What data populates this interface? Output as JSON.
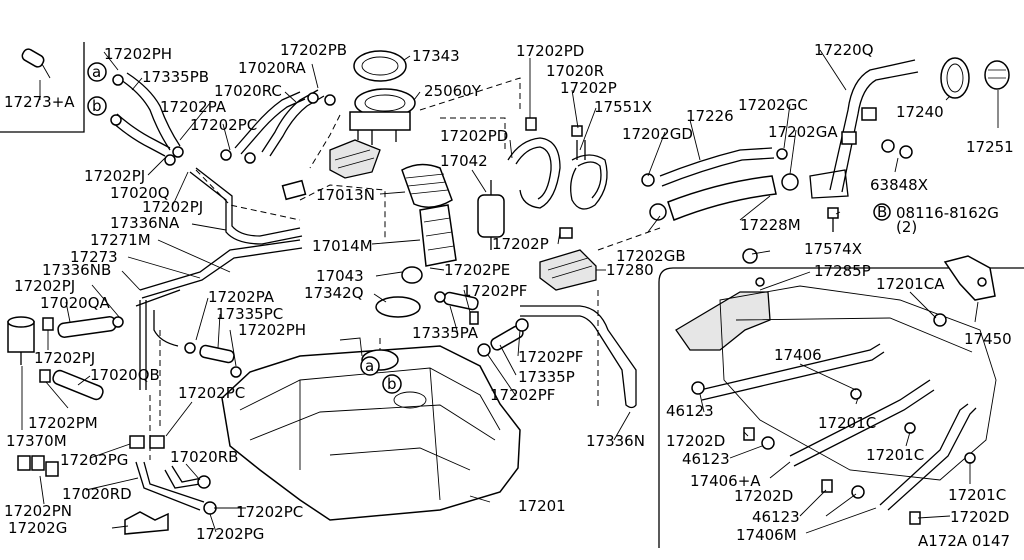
{
  "diagram_id": "A172A 0147",
  "callouts": {
    "c17273A": "17273+A",
    "c17202PH_top": "17202PH",
    "c17335PB": "17335PB",
    "c17020RA": "17020RA",
    "c17202PB": "17202PB",
    "c17343": "17343",
    "c17202PD_top": "17202PD",
    "c17020R": "17020R",
    "c17220Q": "17220Q",
    "c17020RC": "17020RC",
    "c25060Y": "25060Y",
    "c17202P_top": "17202P",
    "c17202PA": "17202PA",
    "c17202PC_top": "17202PC",
    "c17551X": "17551X",
    "c17226": "17226",
    "c17202GC": "17202GC",
    "c17240": "17240",
    "c17202PD_mid": "17202PD",
    "c17202GD": "17202GD",
    "c17202GA": "17202GA",
    "c17251": "17251",
    "c17202PJ_top": "17202PJ",
    "c17042": "17042",
    "c17020Q": "17020Q",
    "c17013N": "17013N",
    "c63848X": "63848X",
    "c17202PJ_mid": "17202PJ",
    "c17228M": "17228M",
    "c17336NA": "17336NA",
    "c08116": "08116-8162G",
    "c08116_qty": "(2)",
    "c08116_circle": "B",
    "c17271M": "17271M",
    "c17014M": "17014M",
    "c17202P_mid": "17202P",
    "c17202GB": "17202GB",
    "c17273": "17273",
    "c17574X": "17574X",
    "c17336NB": "17336NB",
    "c17043": "17043",
    "c17202PE": "17202PE",
    "c17280": "17280",
    "c17285P": "17285P",
    "c17202PJ_left": "17202PJ",
    "c17342Q": "17342Q",
    "c17202PF_top": "17202PF",
    "c17201CA": "17201CA",
    "c17202PA_low": "17202PA",
    "c17020QA": "17020QA",
    "c17335PC": "17335PC",
    "c17450": "17450",
    "c17202PH_low": "17202PH",
    "c17335PA": "17335PA",
    "c17202PJ_low": "17202PJ",
    "c17202PF_mid": "17202PF",
    "c17406": "17406",
    "c17020QB": "17020QB",
    "c17335P": "17335P",
    "c17202PM": "17202PM",
    "c17202PF_low": "17202PF",
    "c46123_a": "46123",
    "c17201C_a": "17201C",
    "c17370M": "17370M",
    "c17202D_a": "17202D",
    "c17336N": "17336N",
    "c17202PC_low": "17202PC",
    "c17201C_b": "17201C",
    "c17202PG_a": "17202PG",
    "c17020RB": "17020RB",
    "c46123_b": "46123",
    "c17406A": "17406+A",
    "c17020RD": "17020RD",
    "c17201": "17201",
    "c17202D_b": "17202D",
    "c17201C_c": "17201C",
    "c17202PN": "17202PN",
    "c17202PC_bot": "17202PC",
    "c46123_c": "46123",
    "c17202D_c": "17202D",
    "c17202G": "17202G",
    "c17202PG_b": "17202PG",
    "c17406M": "17406M"
  },
  "markers": {
    "a": "a",
    "b": "b"
  }
}
